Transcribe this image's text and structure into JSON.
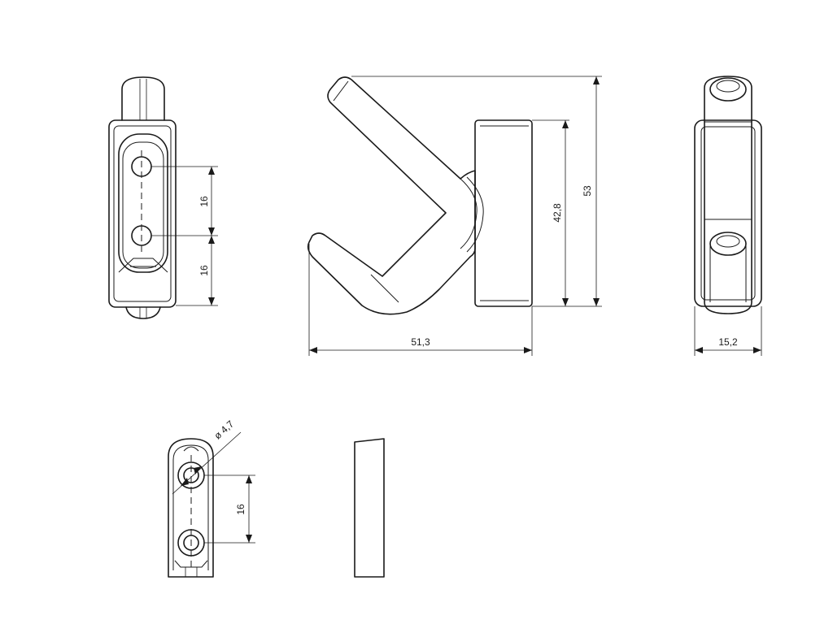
{
  "dimensions": {
    "front_upper_spacing": "16",
    "front_lower_spacing": "16",
    "side_width": "51,3",
    "side_total_height": "53",
    "side_base_height": "42,8",
    "back_width": "15,2",
    "base_hole_spacing": "16",
    "base_hole_diameter": "ø 4,7"
  },
  "colors": {
    "line": "#1a1a1a",
    "background": "#ffffff"
  }
}
